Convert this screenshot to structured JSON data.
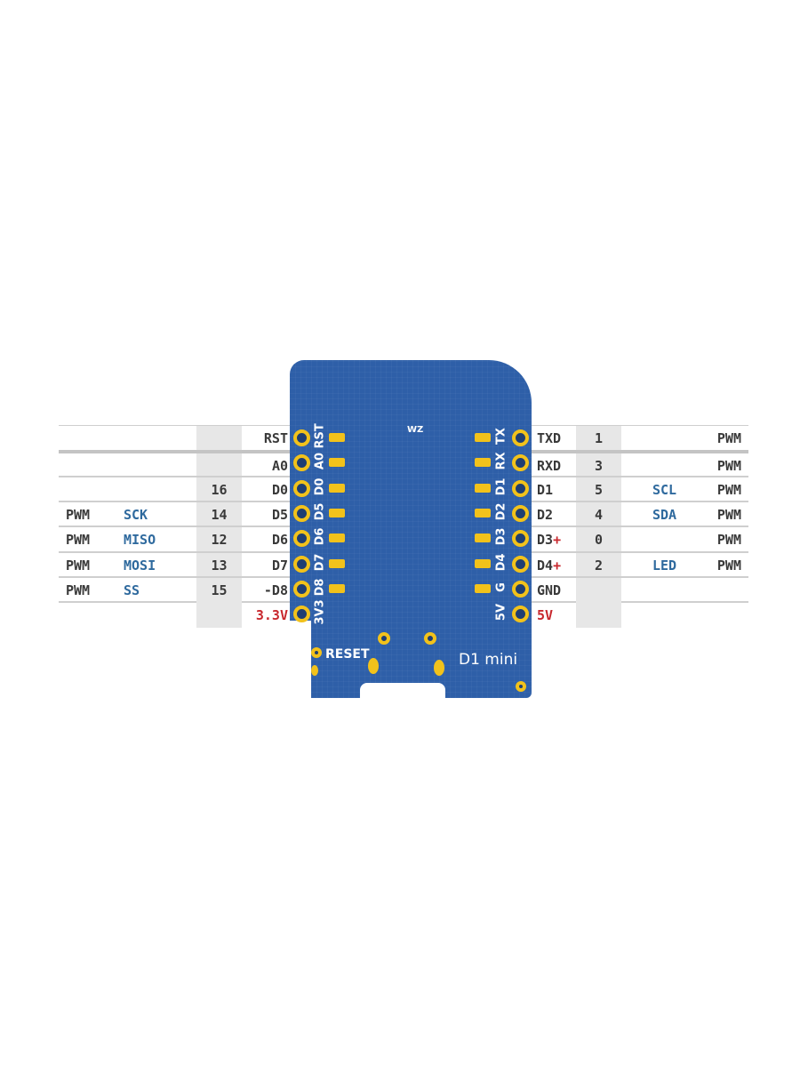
{
  "left_rows": [
    {
      "fn": "",
      "alt": "",
      "gpio": "",
      "pin": "RST",
      "pin_color": "#3a3a3a"
    },
    {
      "fn": "",
      "alt": "",
      "gpio": "",
      "pin": "A0",
      "pin_color": "#3a3a3a"
    },
    {
      "fn": "",
      "alt": "",
      "gpio": "16",
      "pin": "D0",
      "pin_color": "#3a3a3a"
    },
    {
      "fn": "PWM",
      "alt": "SCK",
      "gpio": "14",
      "pin": "D5",
      "pin_color": "#3a3a3a"
    },
    {
      "fn": "PWM",
      "alt": "MISO",
      "gpio": "12",
      "pin": "D6",
      "pin_color": "#3a3a3a"
    },
    {
      "fn": "PWM",
      "alt": "MOSI",
      "gpio": "13",
      "pin": "D7",
      "pin_color": "#3a3a3a"
    },
    {
      "fn": "PWM",
      "alt": "SS",
      "gpio": "15",
      "pin": "-D8",
      "pin_color": "#3a3a3a"
    },
    {
      "fn": "",
      "alt": "",
      "gpio": "",
      "pin": "3.3V",
      "pin_color": "#c8282e"
    }
  ],
  "right_rows": [
    {
      "pin": "TXD",
      "pin_plus": "",
      "gpio": "1",
      "alt": "",
      "fn": "PWM",
      "pin_color": "#3a3a3a"
    },
    {
      "pin": "RXD",
      "pin_plus": "",
      "gpio": "3",
      "alt": "",
      "fn": "PWM",
      "pin_color": "#3a3a3a"
    },
    {
      "pin": "D1",
      "pin_plus": "",
      "gpio": "5",
      "alt": "SCL",
      "fn": "PWM",
      "pin_color": "#3a3a3a"
    },
    {
      "pin": "D2",
      "pin_plus": "",
      "gpio": "4",
      "alt": "SDA",
      "fn": "PWM",
      "pin_color": "#3a3a3a"
    },
    {
      "pin": "D3",
      "pin_plus": "+",
      "gpio": "0",
      "alt": "",
      "fn": "PWM",
      "pin_color": "#3a3a3a"
    },
    {
      "pin": "D4",
      "pin_plus": "+",
      "gpio": "2",
      "alt": "LED",
      "fn": "PWM",
      "pin_color": "#3a3a3a"
    },
    {
      "pin": "GND",
      "pin_plus": "",
      "gpio": "",
      "alt": "",
      "fn": "",
      "pin_color": "#3a3a3a"
    },
    {
      "pin": "5V",
      "pin_plus": "",
      "gpio": "",
      "alt": "",
      "fn": "",
      "pin_color": "#c8282e"
    }
  ],
  "board": {
    "left_silk": [
      "RST",
      "A0",
      "D0",
      "D5",
      "D6",
      "D7",
      "D8",
      "3V3"
    ],
    "right_silk": [
      "TX",
      "RX",
      "D1",
      "D2",
      "D3",
      "D4",
      "G",
      "5V"
    ],
    "reset_label": "RESET",
    "name": "D1 mini",
    "logo": "WZ"
  },
  "colors": {
    "pcb": "#2e5fa8",
    "gold": "#f2c21b",
    "alt_blue": "#2f6a9e",
    "power_red": "#c8282e",
    "gpio_bg": "#e7e7e7"
  }
}
